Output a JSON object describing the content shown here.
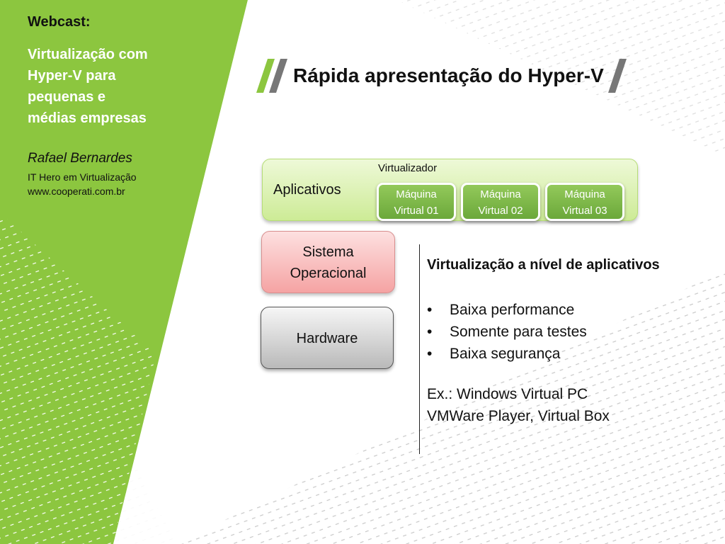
{
  "sidebar": {
    "webcast_label": "Webcast:",
    "webcast_title": "Virtualização com\nHyper-V  para\npequenas e\nmédias empresas",
    "author_name": "Rafael Bernardes",
    "author_role": "IT Hero em Virtualização",
    "author_site": "www.cooperati.com.br"
  },
  "slide": {
    "title": "Rápida apresentação do Hyper-V"
  },
  "diagram": {
    "applications": "Aplicativos",
    "virtualizer": "Virtualizador",
    "vms": [
      {
        "line1": "Máquina",
        "line2": "Virtual 01"
      },
      {
        "line1": "Máquina",
        "line2": "Virtual 02"
      },
      {
        "line1": "Máquina",
        "line2": "Virtual 03"
      }
    ],
    "os_line1": "Sistema",
    "os_line2": "Operacional",
    "hardware": "Hardware"
  },
  "info": {
    "heading": "Virtualização a nível de aplicativos",
    "bullet_symbol": "•",
    "bullets": [
      "Baixa performance",
      "Somente para testes",
      "Baixa segurança"
    ],
    "example_line1": "Ex.: Windows Virtual PC",
    "example_line2": "VMWare Player, Virtual Box"
  },
  "colors": {
    "brand_green": "#8cc63f",
    "accent_gray": "#777777",
    "os_red": "#f5a3a3",
    "vm_green": "#7bb545"
  }
}
